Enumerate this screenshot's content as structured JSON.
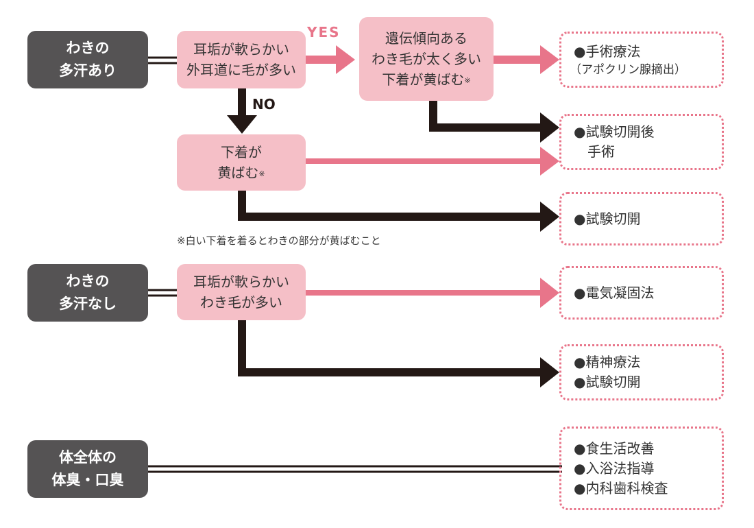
{
  "colors": {
    "dark_box": "#555354",
    "pink_box": "#f5bfc7",
    "pink_arrow": "#e8758a",
    "black_arrow": "#231815",
    "dotted_border": "#e8758a"
  },
  "sections": [
    {
      "start": {
        "lines": [
          "わきの",
          "多汗あり"
        ]
      },
      "condition": {
        "lines": [
          "耳垢が軟らかい",
          "外耳道に毛が多い"
        ]
      },
      "yes_label": "YES",
      "no_label": "NO",
      "yes_node": {
        "lines": [
          "遺伝傾向ある",
          "わき毛が太く多い",
          "下着が黄ばむ"
        ],
        "footnote_mark": "※"
      },
      "no_node": {
        "lines": [
          "下着が",
          "黄ばむ"
        ],
        "footnote_mark": "※"
      },
      "results": [
        {
          "bullet": "●",
          "main": "手術療法",
          "sub": "（アポクリン腺摘出）"
        },
        {
          "bullet": "●",
          "main": "試験切開後",
          "sub2": "手術"
        },
        {
          "bullet": "●",
          "main": "試験切開"
        }
      ],
      "footnote": "※白い下着を着るとわきの部分が黄ばむこと"
    },
    {
      "start": {
        "lines": [
          "わきの",
          "多汗なし"
        ]
      },
      "condition": {
        "lines": [
          "耳垢が軟らかい",
          "わき毛が多い"
        ]
      },
      "results": [
        {
          "bullet": "●",
          "main": "電気凝固法"
        },
        {
          "bullet": "●",
          "items": [
            "精神療法",
            "試験切開"
          ]
        }
      ]
    },
    {
      "start": {
        "lines": [
          "体全体の",
          "体臭・口臭"
        ]
      },
      "results": [
        {
          "bullet": "●",
          "items": [
            "食生活改善",
            "入浴法指導",
            "内科歯科検査"
          ]
        }
      ]
    }
  ]
}
